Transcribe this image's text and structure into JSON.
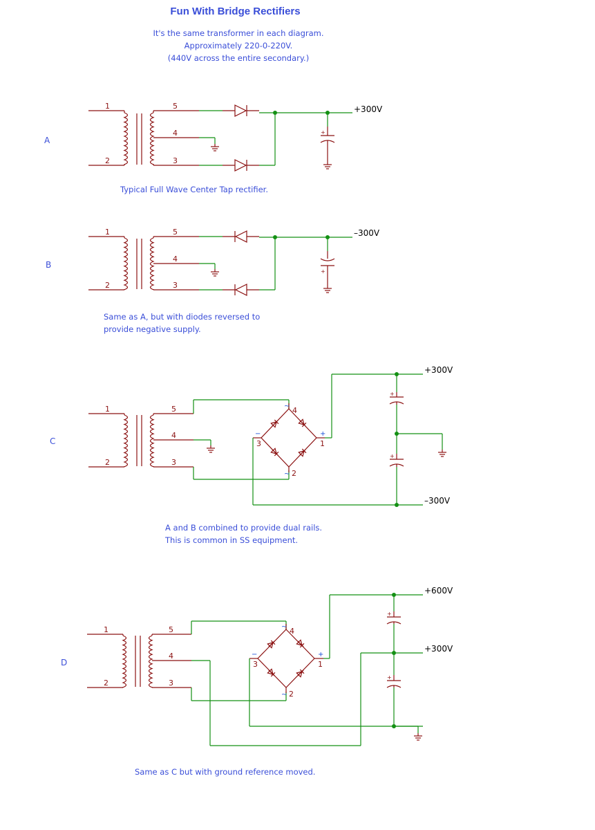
{
  "title": "Fun With Bridge Rectifiers",
  "subtitle": {
    "line1": "It's the same transformer in each diagram.",
    "line2": "Approximately 220-0-220V.",
    "line3": "(440V across the entire secondary.)"
  },
  "transformer_pins": [
    "1",
    "2",
    "5",
    "4",
    "3"
  ],
  "colors": {
    "wire": "#139013",
    "component": "#8b1111",
    "text": "#3a4ed8"
  },
  "diagrams": {
    "A": {
      "label": "A",
      "voltage_top": "+300V",
      "caption": "Typical Full Wave Center Tap rectifier."
    },
    "B": {
      "label": "B",
      "voltage_top": "–300V",
      "caption": "Same as A, but with diodes reversed to\nprovide negative supply."
    },
    "C": {
      "label": "C",
      "voltage_top": "+300V",
      "voltage_bottom": "–300V",
      "bridge_pins": [
        "4",
        "3",
        "1",
        "2"
      ],
      "caption": "A and B combined to provide dual rails.\nThis is common in SS equipment."
    },
    "D": {
      "label": "D",
      "voltage_top": "+600V",
      "voltage_mid": "+300V",
      "bridge_pins": [
        "4",
        "3",
        "1",
        "2"
      ],
      "caption": "Same as C but with ground reference moved."
    }
  }
}
